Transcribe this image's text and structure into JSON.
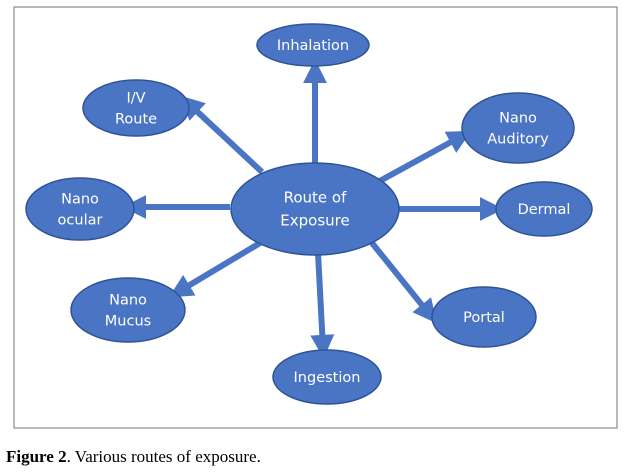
{
  "colors": {
    "node_fill": "#4a74c4",
    "node_stroke": "#2f5496",
    "arrow": "#4a74c4",
    "label": "#ffffff",
    "frame": "#8c8c8c",
    "caption": "#000000"
  },
  "diagram": {
    "center": {
      "lines": [
        "Route of",
        "Exposure"
      ]
    },
    "nodes": [
      {
        "id": "inhalation",
        "lines": [
          "Inhalation"
        ]
      },
      {
        "id": "nano-auditory",
        "lines": [
          "Nano",
          "Auditory"
        ]
      },
      {
        "id": "dermal",
        "lines": [
          "Dermal"
        ]
      },
      {
        "id": "portal",
        "lines": [
          "Portal"
        ]
      },
      {
        "id": "ingestion",
        "lines": [
          "Ingestion"
        ]
      },
      {
        "id": "nano-mucus",
        "lines": [
          "Nano",
          "Mucus"
        ]
      },
      {
        "id": "nano-ocular",
        "lines": [
          "Nano",
          "ocular"
        ]
      },
      {
        "id": "iv-route",
        "lines": [
          "I/V",
          "Route"
        ]
      }
    ]
  },
  "caption": {
    "label": "Figure 2",
    "text": ". Various routes of exposure."
  }
}
